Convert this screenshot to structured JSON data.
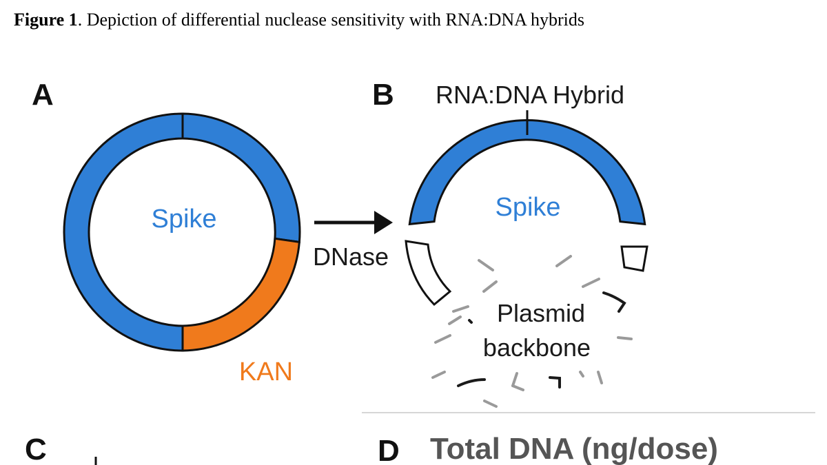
{
  "caption": {
    "label": "Figure 1",
    "text": ". Depiction of differential nuclease sensitivity with RNA:DNA hybrids"
  },
  "panels": {
    "a": {
      "letter": "A",
      "center_label": "Spike",
      "segment_label": "KAN"
    },
    "b": {
      "letter": "B",
      "title": "RNA:DNA Hybrid",
      "center_label": "Spike",
      "debris_label_line1": "Plasmid",
      "debris_label_line2": "backbone"
    },
    "c": {
      "letter": "C"
    },
    "d": {
      "letter": "D",
      "title": "Total DNA (ng/dose)"
    }
  },
  "arrow": {
    "label": "DNase"
  },
  "colors": {
    "spike": "#2f7fd6",
    "kan": "#f07a1c",
    "outline": "#111111",
    "fragments": "#9a9a9a"
  }
}
